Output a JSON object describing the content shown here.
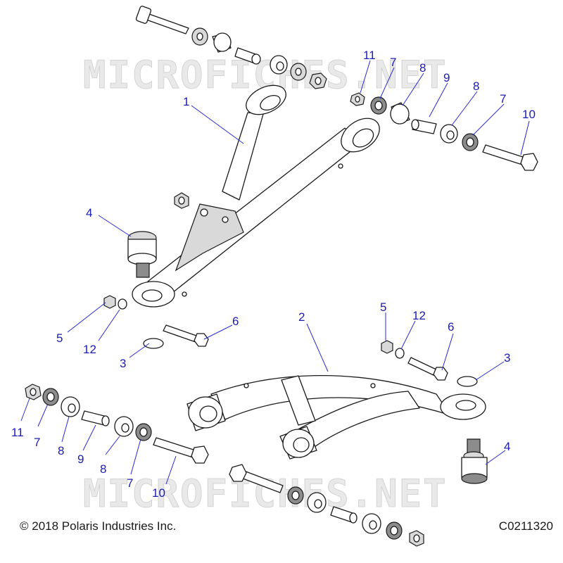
{
  "watermark": "MICROFICHES.NET",
  "footer": {
    "copyright": "© 2018 Polaris Industries Inc.",
    "code": "C0211320"
  },
  "callouts": [
    {
      "id": "c-upper-1",
      "label": "1"
    },
    {
      "id": "c-lower-2",
      "label": "2"
    },
    {
      "id": "c-3a",
      "label": "3"
    },
    {
      "id": "c-3b",
      "label": "3"
    },
    {
      "id": "c-4a",
      "label": "4"
    },
    {
      "id": "c-4b",
      "label": "4"
    },
    {
      "id": "c-5a",
      "label": "5"
    },
    {
      "id": "c-5b",
      "label": "5"
    },
    {
      "id": "c-6a",
      "label": "6"
    },
    {
      "id": "c-6b",
      "label": "6"
    },
    {
      "id": "c-7a",
      "label": "7"
    },
    {
      "id": "c-7b",
      "label": "7"
    },
    {
      "id": "c-7c",
      "label": "7"
    },
    {
      "id": "c-7d",
      "label": "7"
    },
    {
      "id": "c-8a",
      "label": "8"
    },
    {
      "id": "c-8b",
      "label": "8"
    },
    {
      "id": "c-8c",
      "label": "8"
    },
    {
      "id": "c-8d",
      "label": "8"
    },
    {
      "id": "c-9a",
      "label": "9"
    },
    {
      "id": "c-9b",
      "label": "9"
    },
    {
      "id": "c-10a",
      "label": "10"
    },
    {
      "id": "c-10b",
      "label": "10"
    },
    {
      "id": "c-11a",
      "label": "11"
    },
    {
      "id": "c-11b",
      "label": "11"
    },
    {
      "id": "c-12a",
      "label": "12"
    },
    {
      "id": "c-12b",
      "label": "12"
    }
  ]
}
